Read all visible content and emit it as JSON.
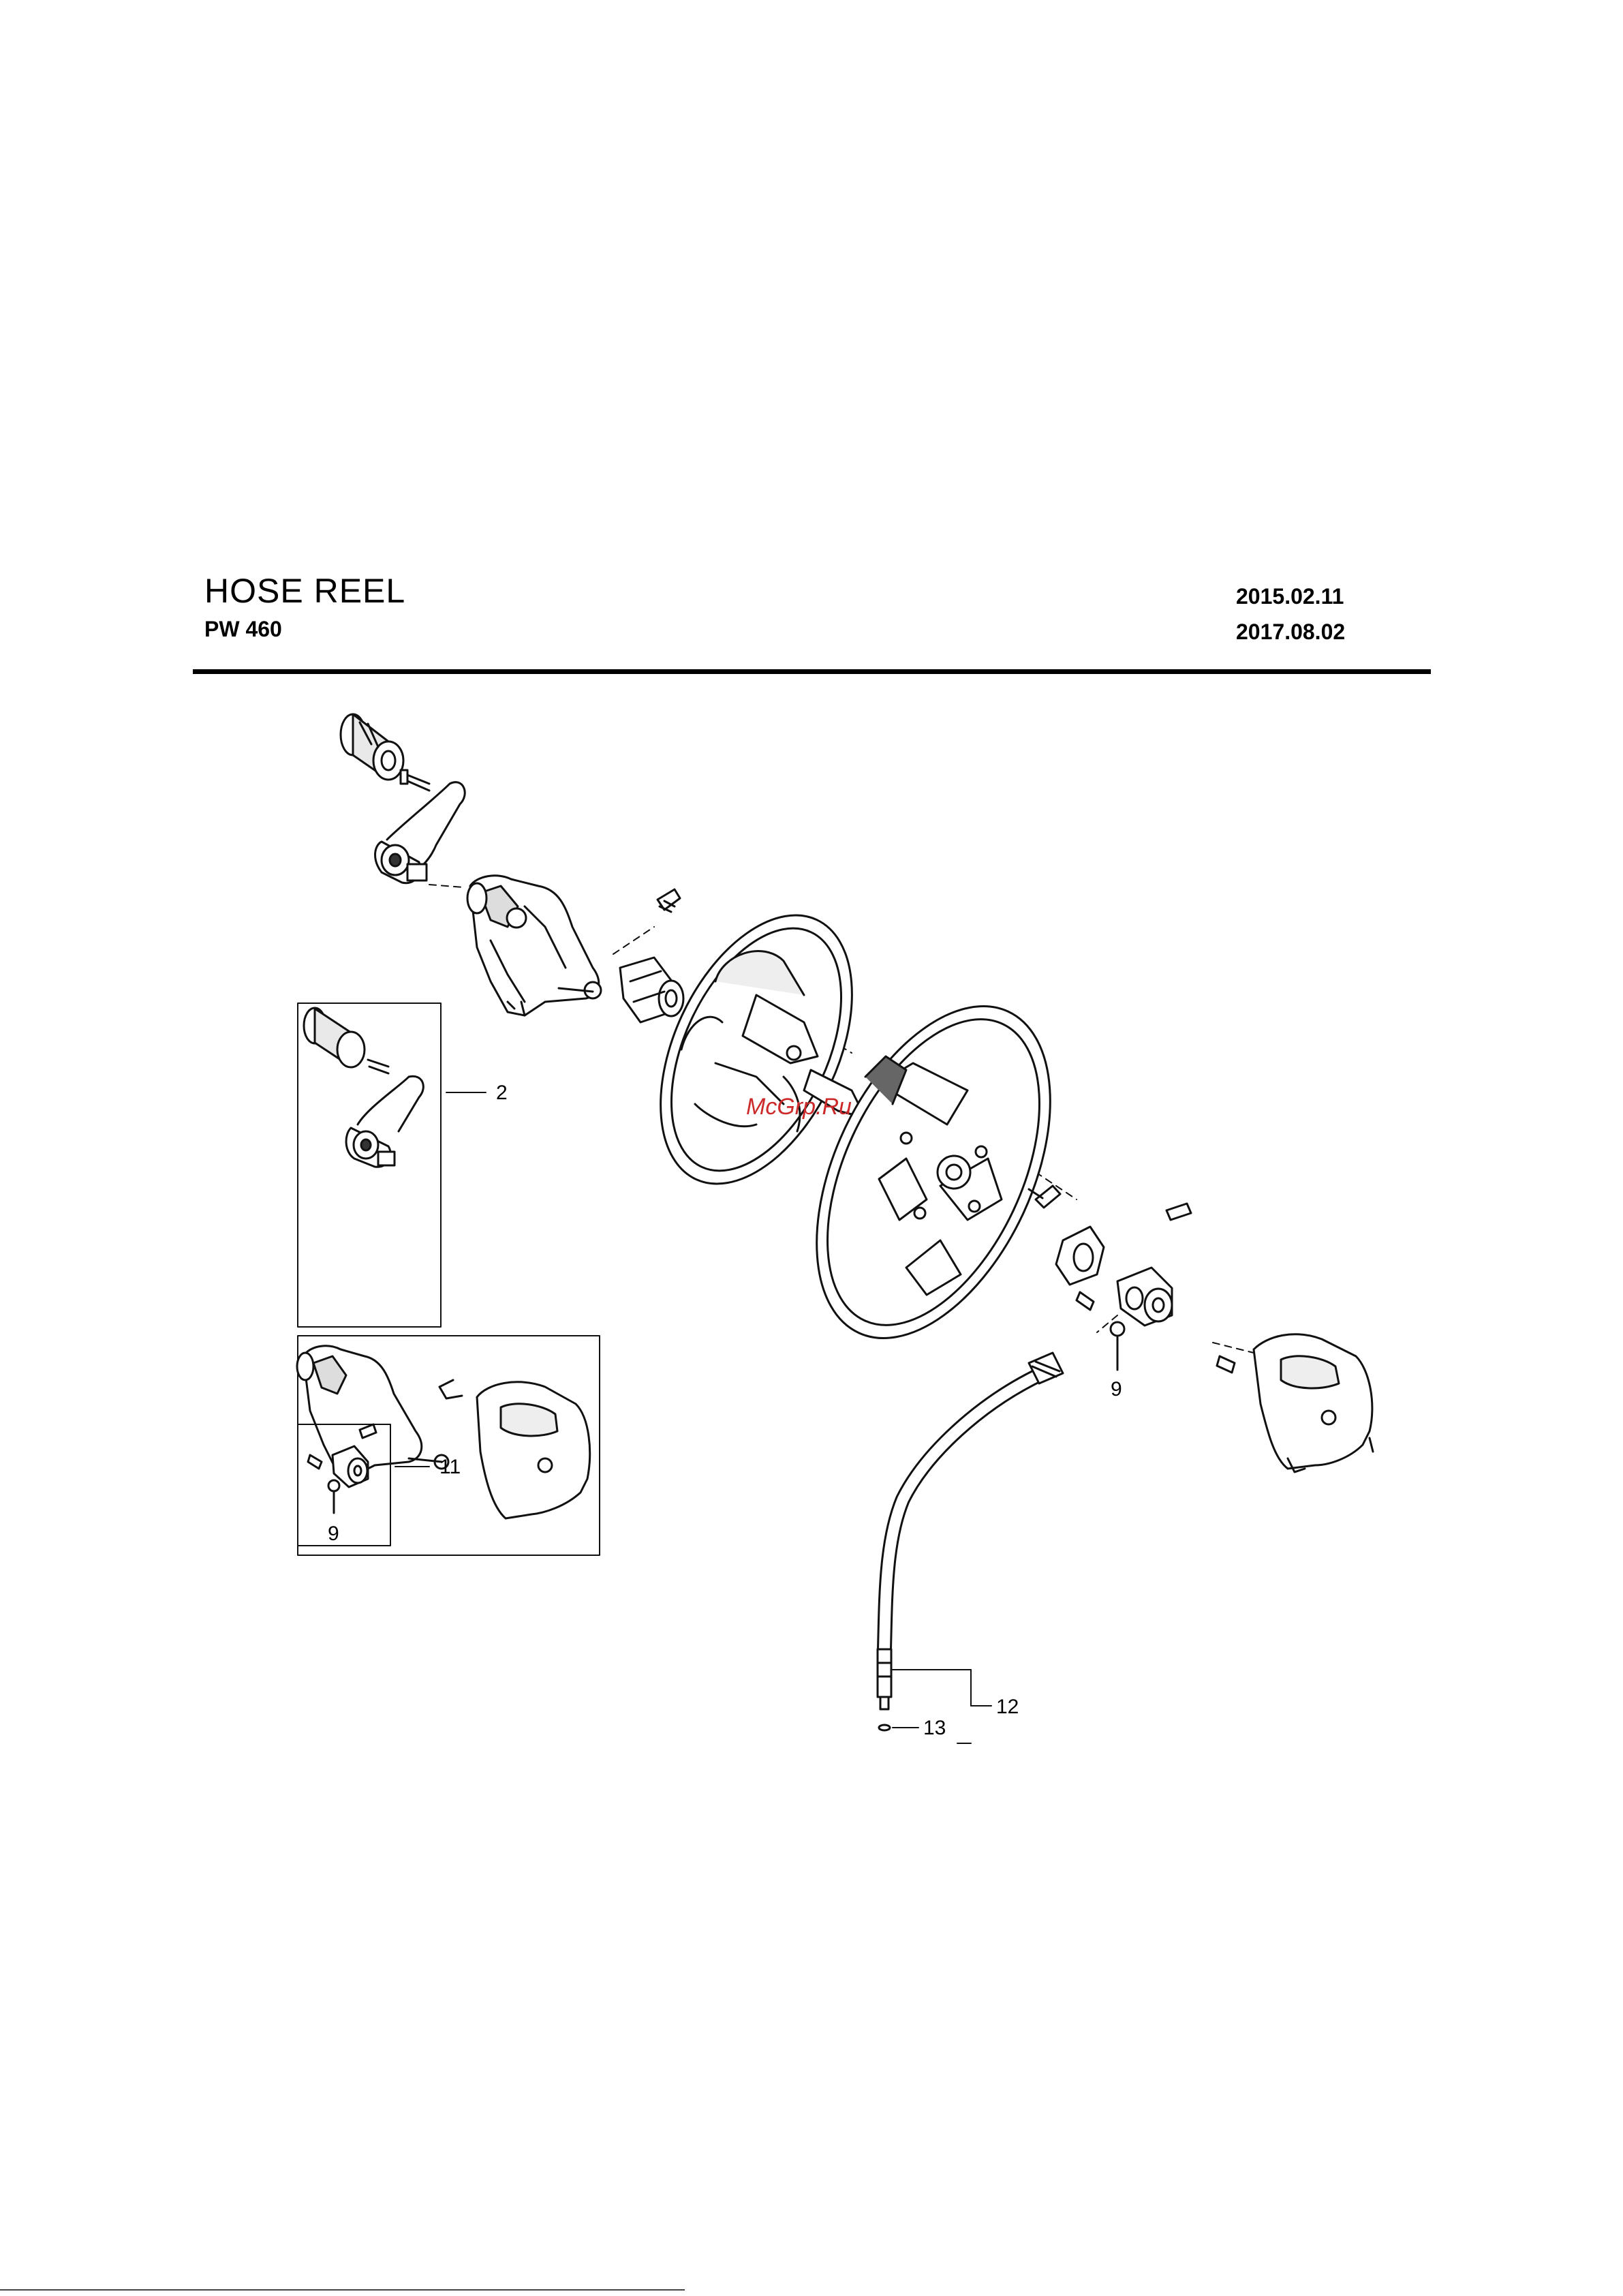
{
  "header": {
    "title": "HOSE REEL",
    "model": "PW 460",
    "date_created": "2015.02.11",
    "date_revised": "2017.08.02"
  },
  "callouts": {
    "c2": "2",
    "c9_main": "9",
    "c9_inset": "9",
    "c11": "11",
    "c12": "12",
    "c13": "13"
  },
  "watermark": "McGrp.Ru"
}
